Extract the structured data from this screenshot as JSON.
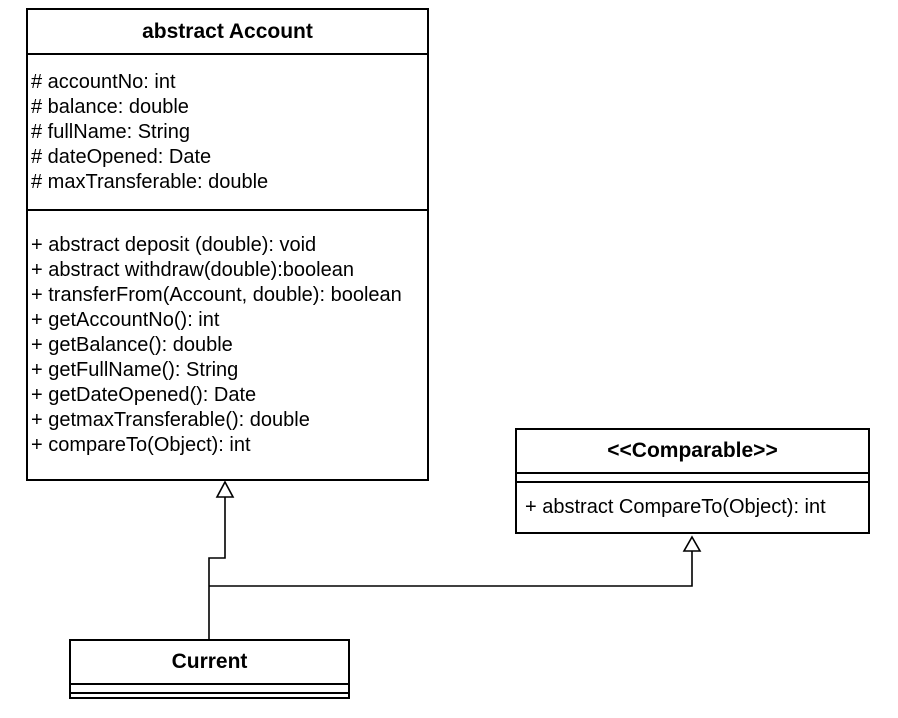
{
  "diagram": {
    "type": "uml-class-diagram",
    "colors": {
      "background": "#ffffff",
      "stroke": "#000000",
      "text": "#000000",
      "box_fill": "#ffffff"
    },
    "classes": [
      {
        "title": "abstract Account",
        "attributes": [
          "# accountNo: int",
          "# balance: double",
          "# fullName: String",
          "# dateOpened: Date",
          "# maxTransferable: double"
        ],
        "methods": [
          "+ abstract deposit (double): void",
          "+ abstract withdraw(double):boolean",
          "+ transferFrom(Account, double): boolean",
          "+ getAccountNo(): int",
          "+ getBalance(): double",
          "+ getFullName(): String",
          "+ getDateOpened(): Date",
          "+ getmaxTransferable(): double",
          "+ compareTo(Object): int"
        ]
      },
      {
        "title": "<<Comparable>>",
        "attributes": [],
        "methods": [
          "+ abstract CompareTo(Object): int"
        ]
      },
      {
        "title": "Current",
        "attributes": [],
        "methods": []
      }
    ],
    "relationships": [
      {
        "type": "generalization",
        "from": "Current",
        "to": "abstract Account"
      },
      {
        "type": "generalization",
        "from": "Current",
        "to": "<<Comparable>>"
      }
    ]
  }
}
